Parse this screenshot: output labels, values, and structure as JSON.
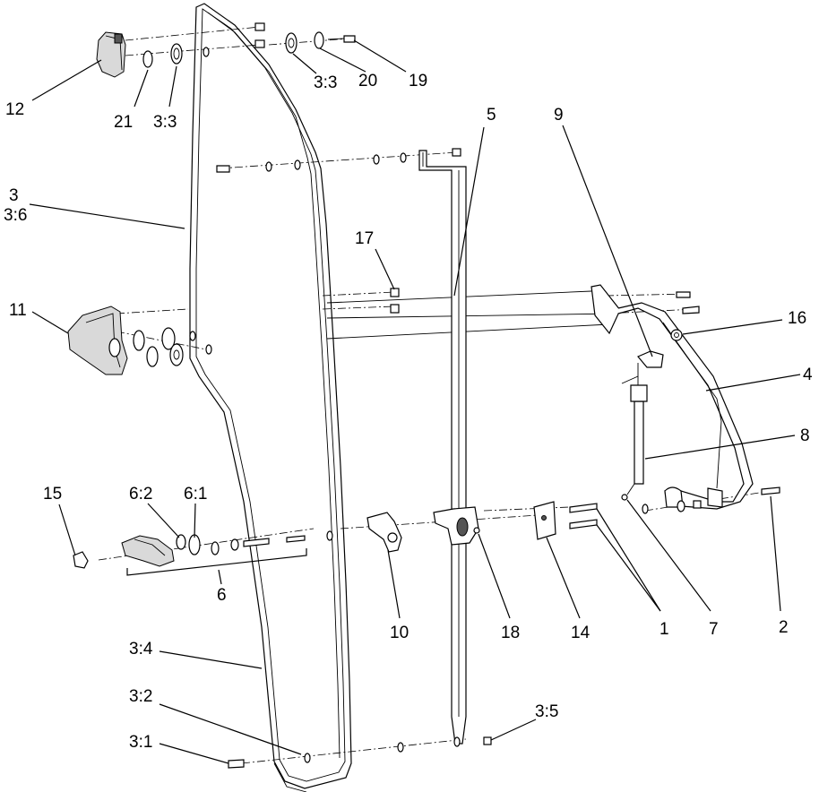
{
  "callouts": [
    {
      "id": "12",
      "text": "12"
    },
    {
      "id": "21",
      "text": "21"
    },
    {
      "id": "3-3-a",
      "text": "3:3"
    },
    {
      "id": "3-3-b",
      "text": "3:3"
    },
    {
      "id": "20",
      "text": "20"
    },
    {
      "id": "19",
      "text": "19"
    },
    {
      "id": "3",
      "text": "3"
    },
    {
      "id": "3-6",
      "text": "3:6"
    },
    {
      "id": "5",
      "text": "5"
    },
    {
      "id": "9",
      "text": "9"
    },
    {
      "id": "17",
      "text": "17"
    },
    {
      "id": "11",
      "text": "11"
    },
    {
      "id": "16",
      "text": "16"
    },
    {
      "id": "4",
      "text": "4"
    },
    {
      "id": "8",
      "text": "8"
    },
    {
      "id": "15",
      "text": "15"
    },
    {
      "id": "6-2",
      "text": "6:2"
    },
    {
      "id": "6-1",
      "text": "6:1"
    },
    {
      "id": "6",
      "text": "6"
    },
    {
      "id": "10",
      "text": "10"
    },
    {
      "id": "18",
      "text": "18"
    },
    {
      "id": "14",
      "text": "14"
    },
    {
      "id": "1",
      "text": "1"
    },
    {
      "id": "7",
      "text": "7"
    },
    {
      "id": "2",
      "text": "2"
    },
    {
      "id": "3-4",
      "text": "3:4"
    },
    {
      "id": "3-2",
      "text": "3:2"
    },
    {
      "id": "3-5",
      "text": "3:5"
    },
    {
      "id": "3-1",
      "text": "3:1"
    }
  ]
}
